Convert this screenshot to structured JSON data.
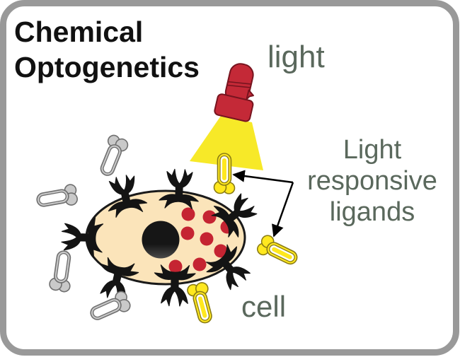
{
  "diagram": {
    "title_line1": "Chemical",
    "title_line2": "Optogenetics",
    "labels": {
      "light": "light",
      "ligand_line1": "Light",
      "ligand_line2": "responsive",
      "ligand_line3": "ligands",
      "cell": "cell"
    },
    "colors": {
      "border_gray": "#999999",
      "label_text": "#5a685c",
      "title_text": "#111111",
      "flashlight_red": "#c42937",
      "flashlight_outline": "#77141f",
      "beam_yellow": "#f7e928",
      "cell_fill": "#fbe4ba",
      "cell_outline": "#1a1a1a",
      "dot_red": "#c52432",
      "receptor_black": "#141414",
      "ligand_gray_fill": "#c9c9c9",
      "ligand_gray_outline": "#6f6f6f",
      "ligand_yellow_fill": "#ffe81f",
      "ligand_yellow_outline": "#8a7c14"
    },
    "elements": {
      "receptor_count": 7,
      "red_dot_count": 8,
      "gray_ligand_count": 4,
      "yellow_ligand_count": 3,
      "arrow_count": 2
    }
  }
}
